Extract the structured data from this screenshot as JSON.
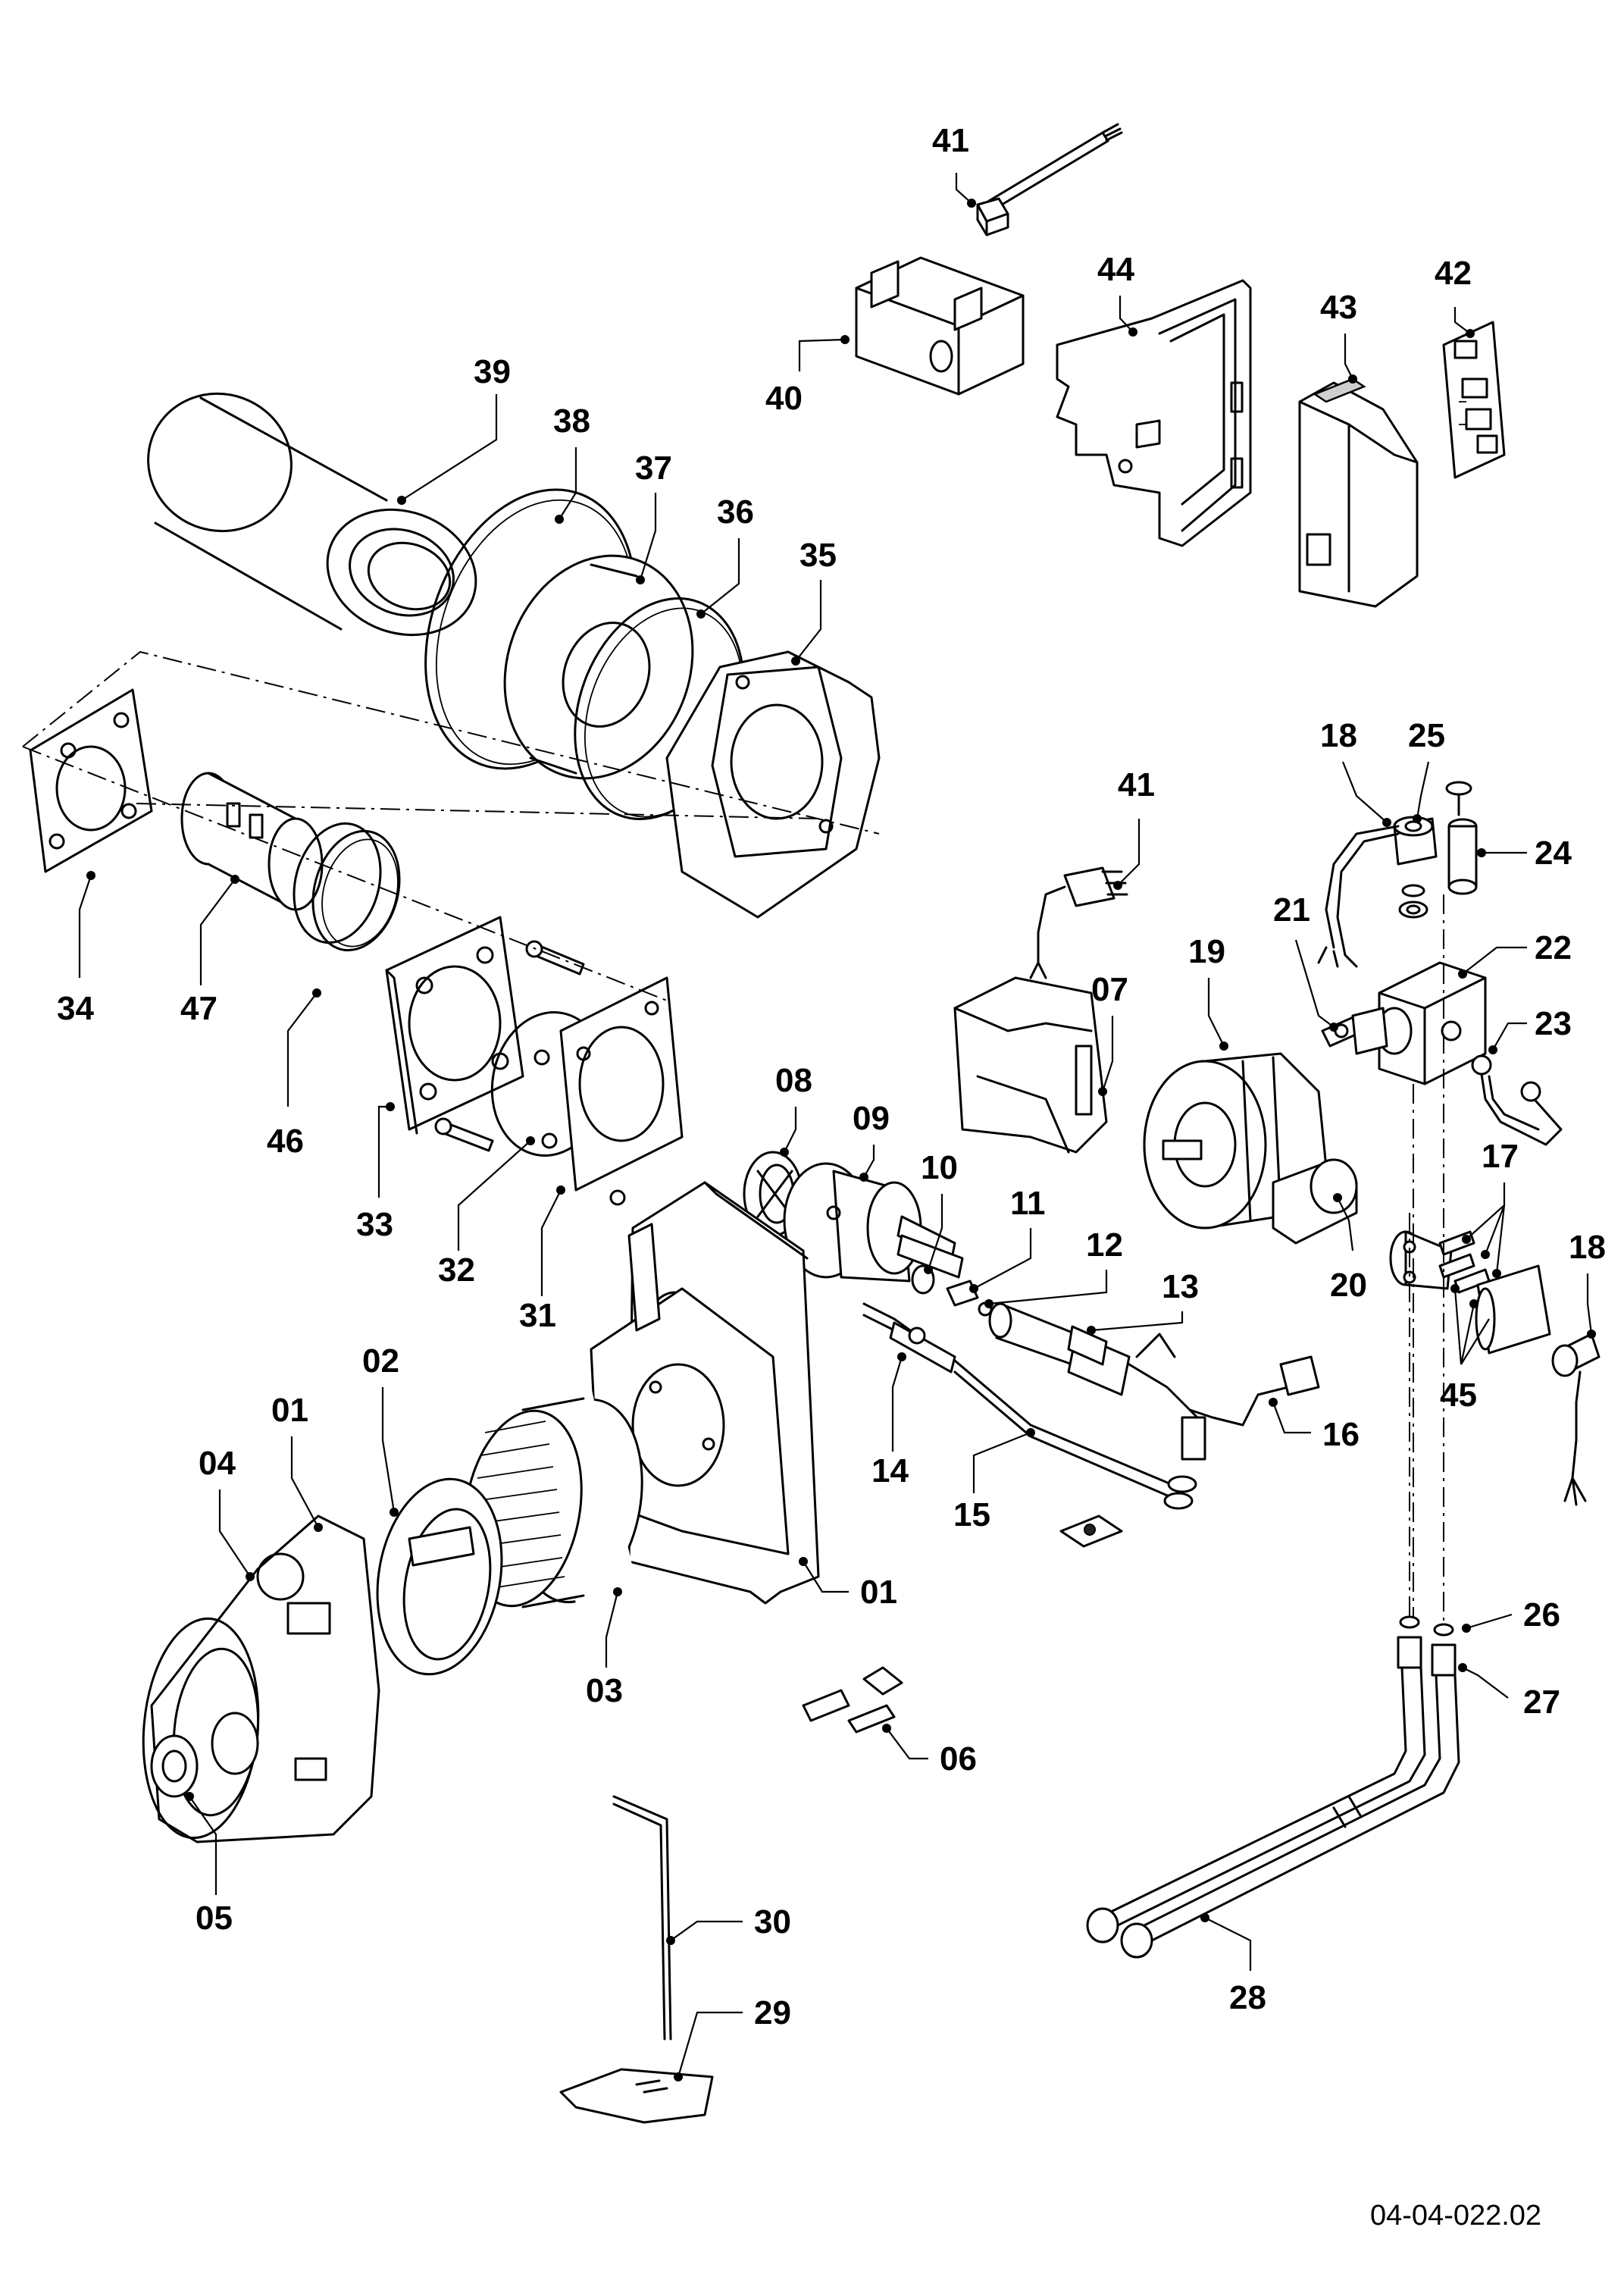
{
  "diagram": {
    "reference": "04-04-022.02",
    "callouts": {
      "c41a": "41",
      "c40": "40",
      "c44": "44",
      "c43": "43",
      "c42": "42",
      "c39": "39",
      "c38": "38",
      "c37": "37",
      "c36": "36",
      "c35": "35",
      "c34": "34",
      "c47": "47",
      "c46": "46",
      "c33": "33",
      "c32": "32",
      "c31": "31",
      "c18a": "18",
      "c25": "25",
      "c24": "24",
      "c41b": "41",
      "c21": "21",
      "c22": "22",
      "c19": "19",
      "c07": "07",
      "c23": "23",
      "c08": "08",
      "c09": "09",
      "c10": "10",
      "c17": "17",
      "c11": "11",
      "c12": "12",
      "c13": "13",
      "c20": "20",
      "c18b": "18",
      "c45": "45",
      "c16": "16",
      "c14": "14",
      "c15": "15",
      "c02": "02",
      "c01a": "01",
      "c04": "04",
      "c01b": "01",
      "c03": "03",
      "c06": "06",
      "c05": "05",
      "c26": "26",
      "c27": "27",
      "c30": "30",
      "c29": "29",
      "c28": "28"
    }
  }
}
